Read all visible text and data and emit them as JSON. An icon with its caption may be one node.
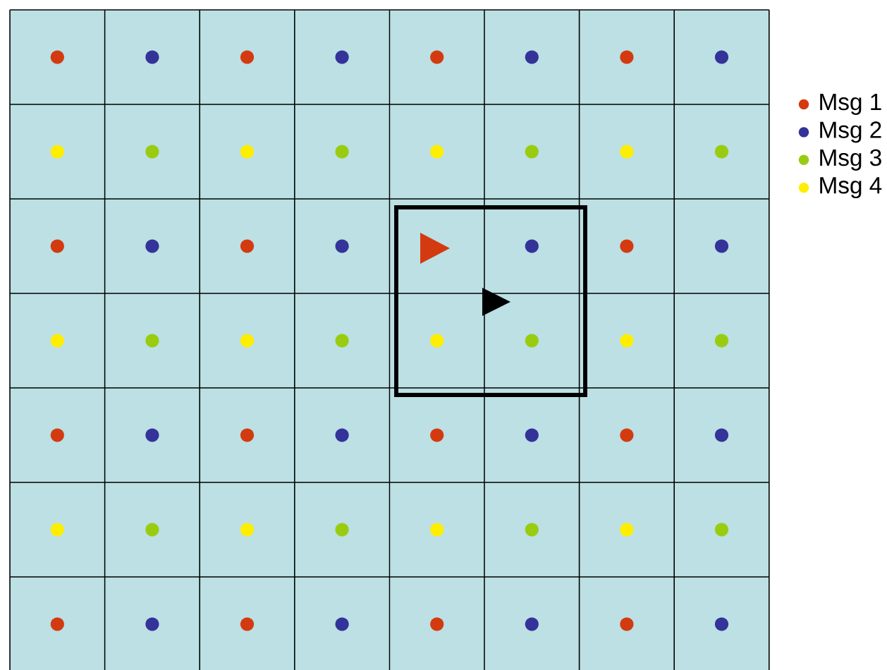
{
  "diagram": {
    "legend": [
      {
        "text": "Msg 1",
        "color": "#d43a10"
      },
      {
        "text": "Msg 2",
        "color": "#333399"
      },
      {
        "text": "Msg 3",
        "color": "#99cc11"
      },
      {
        "text": "Msg 4",
        "color": "#ffee00"
      }
    ]
  }
}
